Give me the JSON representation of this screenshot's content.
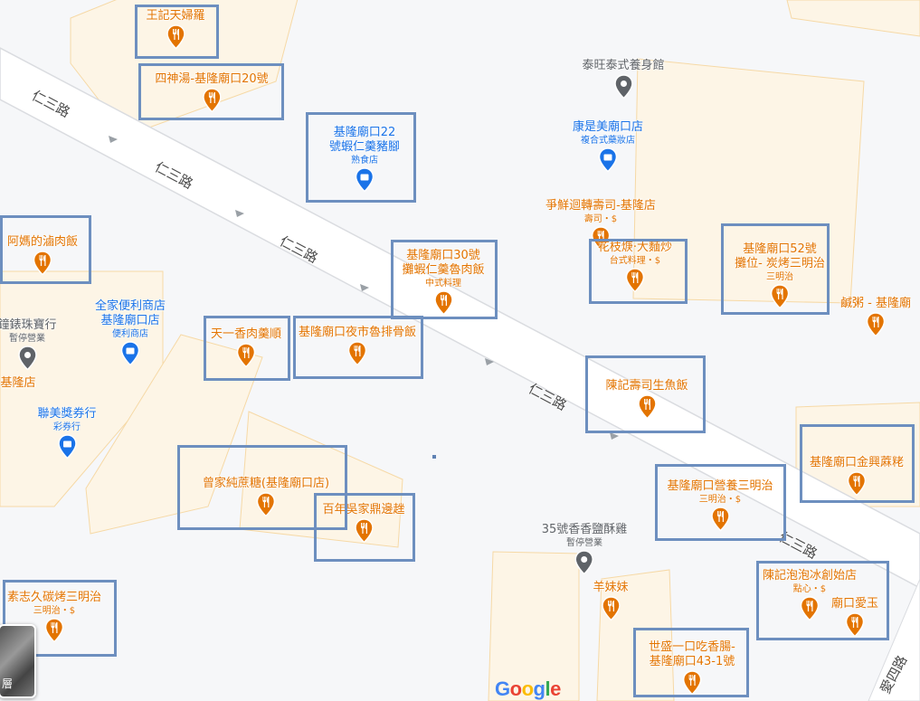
{
  "map": {
    "roads": {
      "main_road": "仁三路",
      "side_road": "愛四路"
    },
    "brand": {
      "letters": [
        "G",
        "o",
        "o",
        "g",
        "l",
        "e"
      ],
      "colors": [
        "#4285f4",
        "#ea4335",
        "#fbbc05",
        "#4285f4",
        "#34a853",
        "#ea4335"
      ]
    },
    "layer_button": {
      "label": "層"
    },
    "colors": {
      "food": "#e37400",
      "shop": "#1a73e8",
      "closed": "#5f6368",
      "highlight": "#6d8fbf"
    },
    "places": [
      {
        "name": "王記天婦羅",
        "sub": "",
        "type": "food"
      },
      {
        "name": "四神湯-基隆廟口20號",
        "sub": "",
        "type": "food"
      },
      {
        "name": "基隆廟口22\n號蝦仁羹豬腳",
        "sub": "熟食店",
        "type": "shop"
      },
      {
        "name": "泰旺泰式養身館",
        "sub": "",
        "type": "closed"
      },
      {
        "name": "康是美廟口店",
        "sub": "複合式藥妝店",
        "type": "shop"
      },
      {
        "name": "爭鮮迴轉壽司-基隆店",
        "sub": "壽司・$",
        "type": "food"
      },
      {
        "name": "阿媽的滷肉飯",
        "sub": "",
        "type": "food"
      },
      {
        "name": "基隆廟口30號\n攤蝦仁羹魯肉飯",
        "sub": "中式料理",
        "type": "food"
      },
      {
        "name": "花枝焿·大麵炒",
        "sub": "台式料理・$",
        "type": "food"
      },
      {
        "name": "基隆廟口52號\n攤位- 炭烤三明治",
        "sub": "三明治",
        "type": "food"
      },
      {
        "name": "鹹粥 - 基隆廟",
        "sub": "",
        "type": "food"
      },
      {
        "name": "全家便利商店\n基隆廟口店",
        "sub": "便利商店",
        "type": "shop"
      },
      {
        "name": "鐘錶珠寶行",
        "sub": "暫停營業",
        "type": "closed"
      },
      {
        "name": "基隆店",
        "sub": "",
        "type": "food"
      },
      {
        "name": "天一香肉羹順",
        "sub": "",
        "type": "food"
      },
      {
        "name": "基隆廟口夜市魯排骨飯",
        "sub": "",
        "type": "food"
      },
      {
        "name": "聯美獎券行",
        "sub": "彩券行",
        "type": "shop"
      },
      {
        "name": "陳記壽司生魚飯",
        "sub": "",
        "type": "food"
      },
      {
        "name": "曾家純蔗糖(基隆廟口店)",
        "sub": "",
        "type": "food"
      },
      {
        "name": "百年吳家鼎邊趖",
        "sub": "",
        "type": "food"
      },
      {
        "name": "基隆廟口金興蔴粩",
        "sub": "",
        "type": "food"
      },
      {
        "name": "基隆廟口營養三明治",
        "sub": "三明治・$",
        "type": "food"
      },
      {
        "name": "35號香香鹽酥雞",
        "sub": "暫停營業",
        "type": "closed"
      },
      {
        "name": "素志久碳烤三明治",
        "sub": "三明治・$",
        "type": "food"
      },
      {
        "name": "羊妹妹",
        "sub": "",
        "type": "food"
      },
      {
        "name": "陳記泡泡冰創始店",
        "sub": "點心・$",
        "type": "food"
      },
      {
        "name": "廟口愛玉",
        "sub": "",
        "type": "food"
      },
      {
        "name": "世盛一口吃香腸-\n基隆廟口43-1號",
        "sub": "",
        "type": "food"
      }
    ]
  }
}
